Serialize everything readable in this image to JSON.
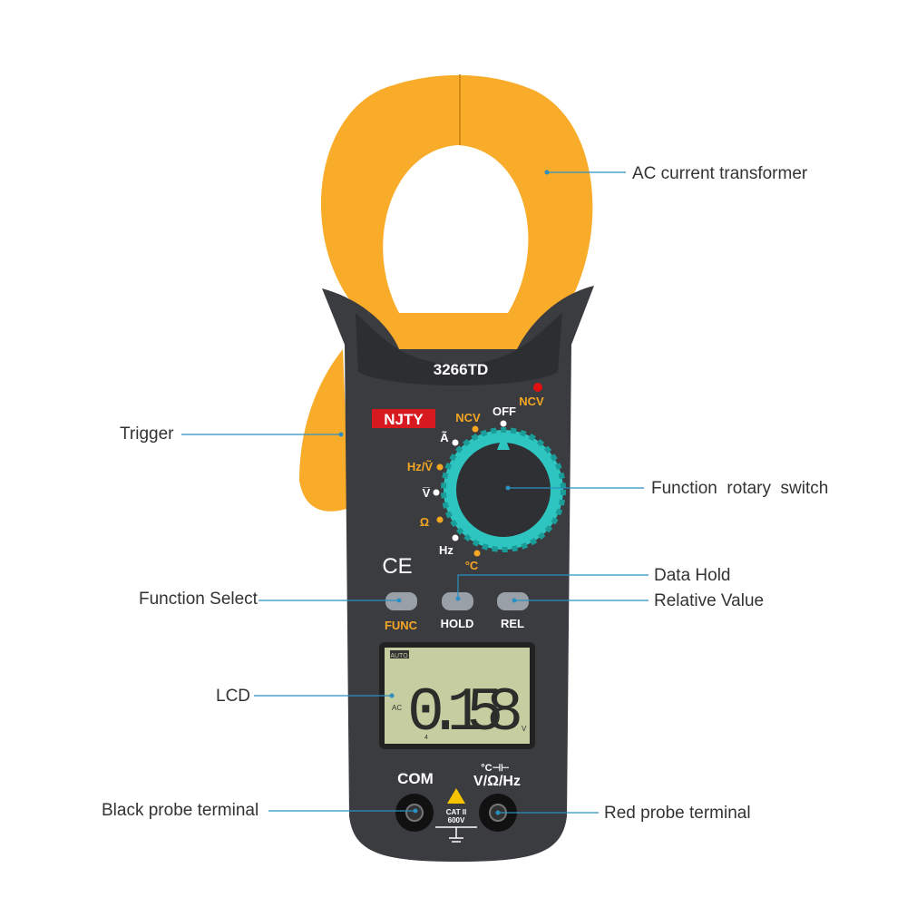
{
  "device": {
    "model": "3266TD",
    "brand": "NJTY",
    "ncv_indicator": "NCV",
    "ce_mark": "CE",
    "dial": {
      "positions": [
        "OFF",
        "NCV",
        "Ã",
        "Hz/Ṽ",
        "V̅",
        "Ω",
        "Hz",
        "°C"
      ]
    },
    "buttons": [
      {
        "label": "FUNC"
      },
      {
        "label": "HOLD"
      },
      {
        "label": "REL"
      }
    ],
    "lcd": {
      "auto": "AUTO",
      "reading": "0.158",
      "mode": "AC",
      "unit": "V",
      "small": "4"
    },
    "terminals": {
      "com": "COM",
      "input_top": "°C⊣⊢",
      "input": "V/Ω/Hz",
      "cat": "CAT II",
      "rating": "600V"
    }
  },
  "callouts": {
    "ac_transformer": "AC current transformer",
    "trigger": "Trigger",
    "rotary_switch": "Function  rotary  switch",
    "data_hold": "Data Hold",
    "function_select": "Function Select",
    "relative_value": "Relative Value",
    "lcd": "LCD",
    "black_probe": "Black probe terminal",
    "red_probe": "Red probe terminal"
  },
  "colors": {
    "clamp": "#f9ab2a",
    "body": "#3a3c40",
    "dial": "#2ec4c0",
    "callout_line": "#2b8fc2",
    "lcd": "#c6cda0",
    "accent_text": "#f5a623"
  }
}
